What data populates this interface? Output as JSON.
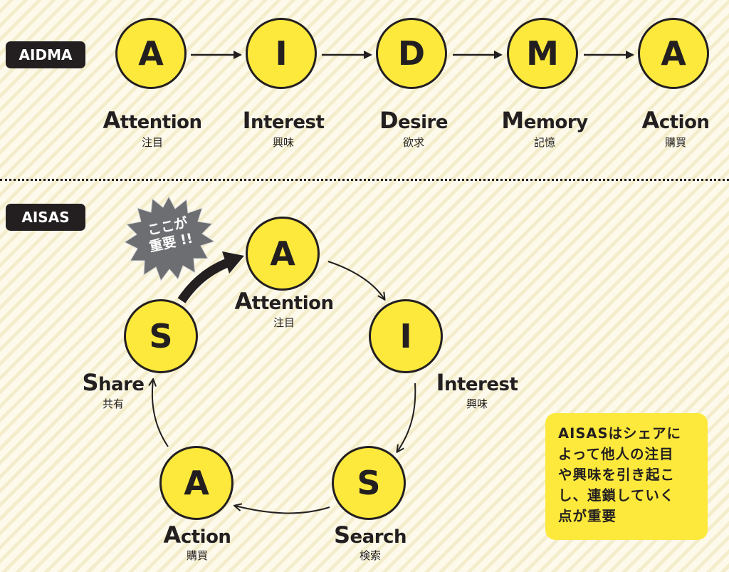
{
  "aidma": {
    "tag": "AIDMA",
    "steps": [
      {
        "letter": "A",
        "cap": "A",
        "rest": "ttention",
        "jp": "注目"
      },
      {
        "letter": "I",
        "cap": "I",
        "rest": "nterest",
        "jp": "興味"
      },
      {
        "letter": "D",
        "cap": "D",
        "rest": "esire",
        "jp": "欲求"
      },
      {
        "letter": "M",
        "cap": "M",
        "rest": "emory",
        "jp": "記憶"
      },
      {
        "letter": "A",
        "cap": "A",
        "rest": "ction",
        "jp": "購買"
      }
    ]
  },
  "aisas": {
    "tag": "AISAS",
    "steps": [
      {
        "letter": "A",
        "cap": "A",
        "rest": "ttention",
        "jp": "注目"
      },
      {
        "letter": "I",
        "cap": "I",
        "rest": "nterest",
        "jp": "興味"
      },
      {
        "letter": "S",
        "cap": "S",
        "rest": "earch",
        "jp": "検索"
      },
      {
        "letter": "A",
        "cap": "A",
        "rest": "ction",
        "jp": "購買"
      },
      {
        "letter": "S",
        "cap": "S",
        "rest": "hare",
        "jp": "共有"
      }
    ],
    "burst_line1": "ここが",
    "burst_line2": "重要 !!",
    "note_lines": [
      "AISASはシェアに",
      "よって他人の注目",
      "や興味を引き起こ",
      "し、連鎖していく",
      "点が重要"
    ]
  },
  "colors": {
    "circle": "#fde93c",
    "ink": "#231f20",
    "burst": "#6d6e71"
  }
}
